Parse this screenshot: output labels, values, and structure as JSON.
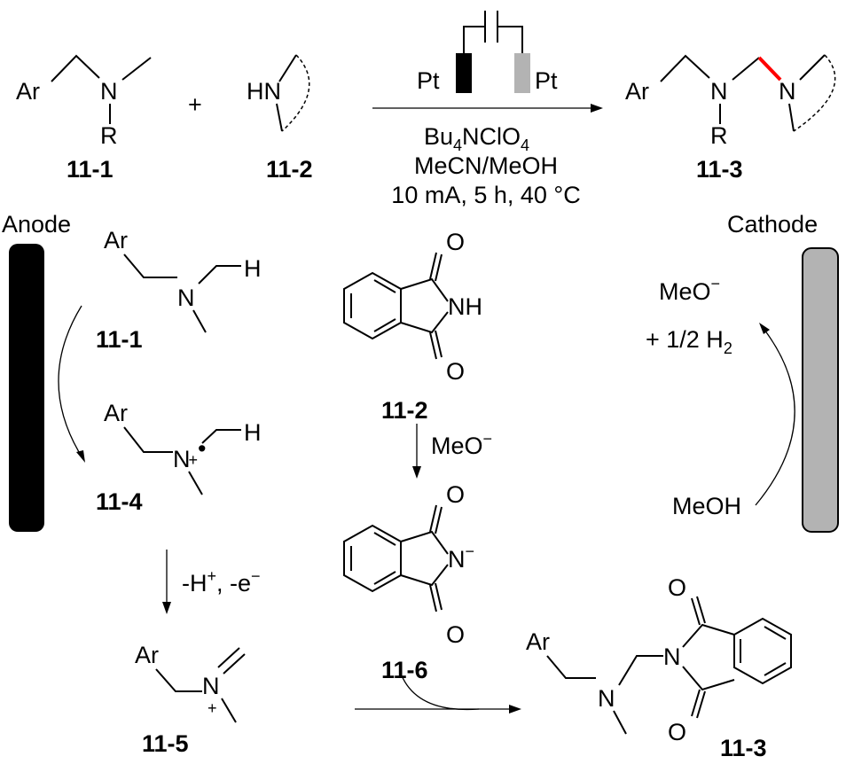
{
  "scheme": {
    "top": {
      "reactant1": {
        "ar": "Ar",
        "n": "N",
        "r": "R",
        "label": "11-1"
      },
      "plus": "+",
      "reactant2": {
        "hn": "HN",
        "label": "11-2"
      },
      "electrodes": {
        "anode": "Pt",
        "cathode": "Pt",
        "anode_color": "#000000",
        "cathode_color": "#b3b3b3"
      },
      "conditions": {
        "electrolyte_main": "Bu",
        "electrolyte_sub1": "4",
        "electrolyte_mid": "NClO",
        "electrolyte_sub2": "4",
        "solvent": "MeCN/MeOH",
        "params": "10 mA, 5 h, 40 °C"
      },
      "product": {
        "ar": "Ar",
        "n1": "N",
        "r": "R",
        "n2": "N",
        "label": "11-3",
        "new_bond_color": "#ff0000"
      }
    },
    "anode_label": "Anode",
    "cathode_label": "Cathode",
    "mechanism": {
      "s11_1": {
        "ar": "Ar",
        "n": "N",
        "h": "H",
        "label": "11-1"
      },
      "s11_2": {
        "o1": "O",
        "nh": "NH",
        "o2": "O",
        "label": "11-2"
      },
      "base_step": {
        "main": "MeO",
        "sup": "−"
      },
      "s11_6": {
        "o1": "O",
        "n": "N",
        "charge": "−",
        "o2": "O",
        "label": "11-6"
      },
      "s11_4": {
        "ar": "Ar",
        "n": "N",
        "charge": "+",
        "radical": "•",
        "h": "H",
        "label": "11-4"
      },
      "oxidation_step": {
        "a": "-H",
        "a_sup": "+",
        "b": ", -e",
        "b_sup": "−"
      },
      "s11_5": {
        "ar": "Ar",
        "n": "N",
        "charge": "+",
        "label": "11-5"
      },
      "s11_3": {
        "ar": "Ar",
        "n1": "N",
        "n2": "N",
        "o1": "O",
        "o2": "O",
        "label": "11-3"
      },
      "cathode_products": {
        "meo": "MeO",
        "meo_sup": "−",
        "h2": "+ 1/2 H",
        "h2_sub": "2"
      },
      "cathode_reactant": "MeOH"
    }
  }
}
